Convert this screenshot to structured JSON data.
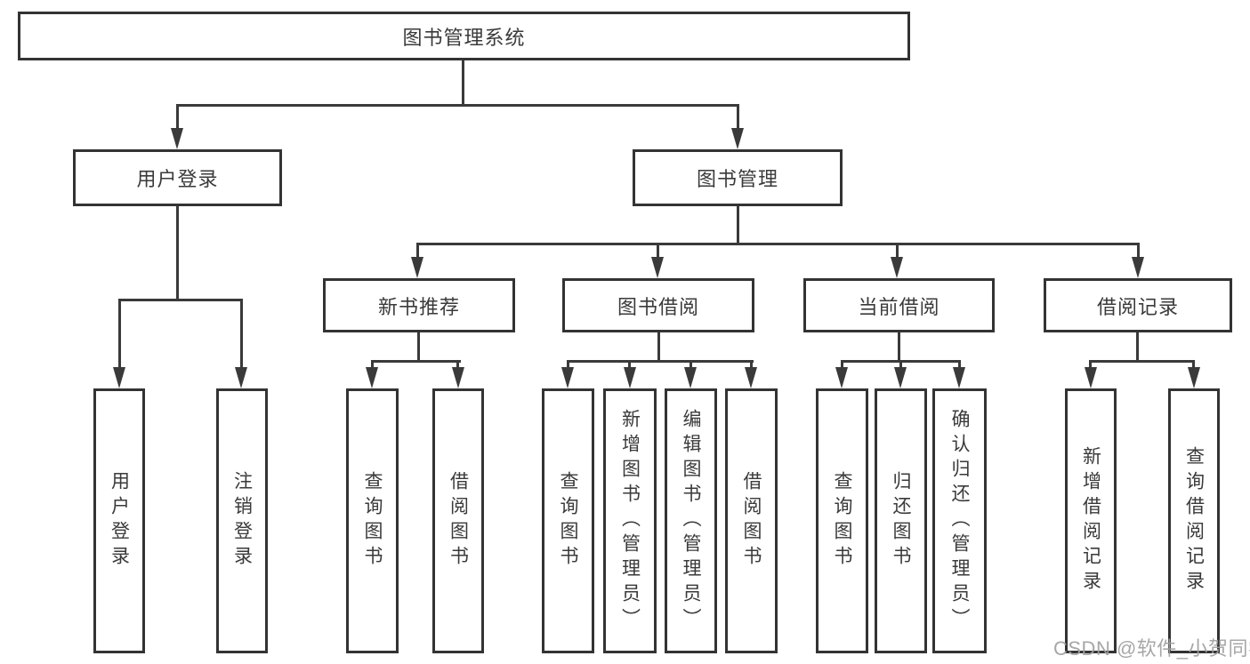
{
  "nodes": {
    "root": "图书管理系统",
    "user_login": "用户登录",
    "book_mgmt": "图书管理",
    "new_book_rec": "新书推荐",
    "book_borrow": "图书借阅",
    "current_borrow": "当前借阅",
    "borrow_records": "借阅记录",
    "login_children": [
      "用户登录",
      "注销登录"
    ],
    "rec_children": [
      "查询图书",
      "借阅图书"
    ],
    "borrow_children": [
      "查询图书",
      "新增图书（管理员）",
      "编辑图书（管理员）",
      "借阅图书"
    ],
    "current_children": [
      "查询图书",
      "归还图书",
      "确认归还（管理员）"
    ],
    "record_children": [
      "新增借阅记录",
      "查询借阅记录"
    ]
  },
  "watermark": "CSDN @软件_小贺同学",
  "colors": {
    "line": "#3a3a3a",
    "border": "#333333",
    "text": "#3a3a3a",
    "watermark": "#a0a0a0",
    "background": "#ffffff"
  }
}
